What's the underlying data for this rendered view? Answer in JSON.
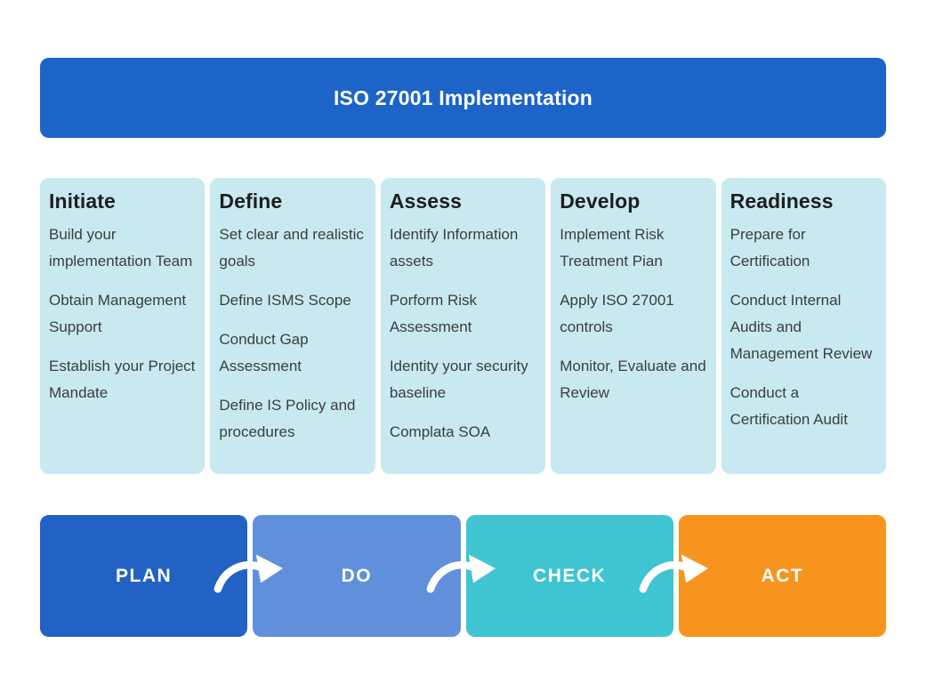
{
  "header": {
    "title": "ISO 27001 Implementation"
  },
  "columns": [
    {
      "title": "Initiate",
      "items": [
        "Build your implementation Team",
        "Obtain Management Support",
        "Establish your Project Mandate"
      ]
    },
    {
      "title": "Define",
      "items": [
        "Set clear and realistic goals",
        "Define ISMS Scope",
        "Conduct Gap Assessment",
        "Define IS Policy and procedures"
      ]
    },
    {
      "title": "Assess",
      "items": [
        "Identify Information assets",
        "Porform Risk Assessment",
        "Identity your security baseline",
        "Complata SOA"
      ]
    },
    {
      "title": "Develop",
      "items": [
        "Implement Risk Treatment Pian",
        "Apply ISO 27001 controls",
        "Monitor, Evaluate and Review"
      ]
    },
    {
      "title": "Readiness",
      "items": [
        "Prepare for Certification",
        "Conduct Internal Audits and Management Review",
        "Conduct a Certification Audit"
      ]
    }
  ],
  "pdca": {
    "steps": [
      {
        "label": "PLAN",
        "color": "#2262c5"
      },
      {
        "label": "DO",
        "color": "#6090dc"
      },
      {
        "label": "CHECK",
        "color": "#3fc4d1"
      },
      {
        "label": "ACT",
        "color": "#f7941e"
      }
    ],
    "arrow_color": "#ffffff"
  },
  "colors": {
    "header_bg": "#1d64c8",
    "card_bg": "#c8e9f0",
    "heading_text": "#1e1e1e",
    "body_text": "#3d3d3d"
  }
}
